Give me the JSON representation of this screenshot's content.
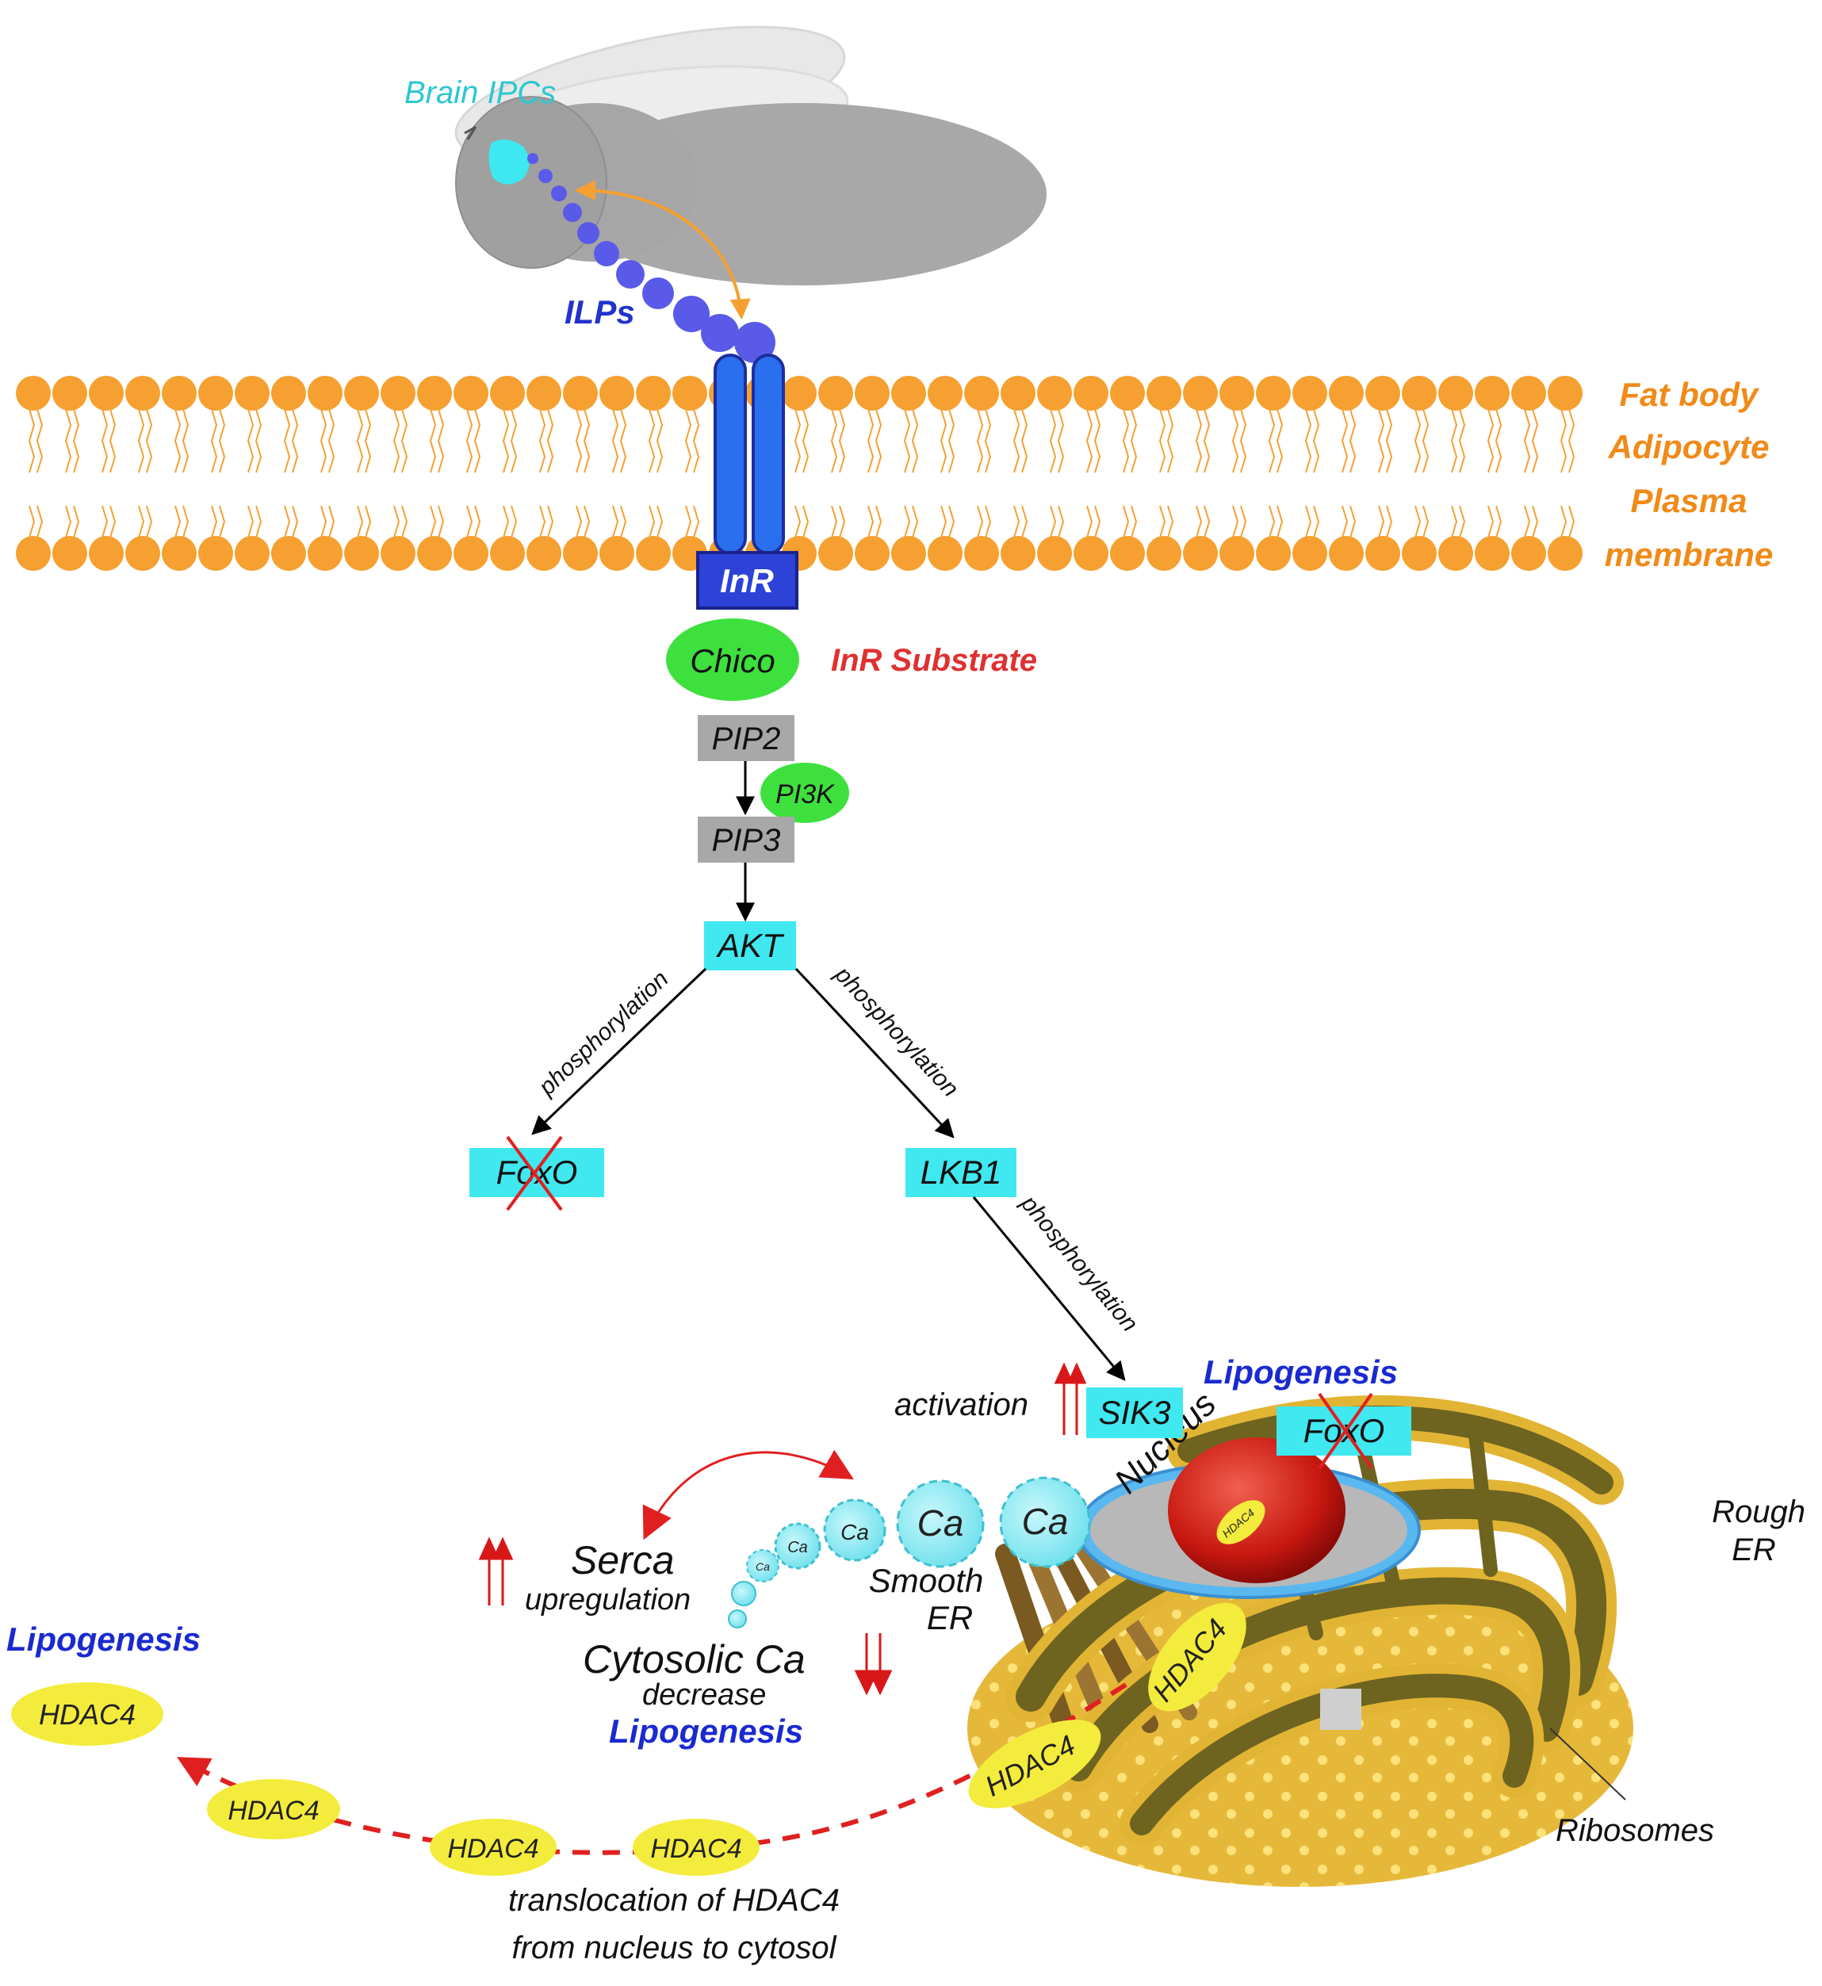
{
  "labels": {
    "brain_ipcs": "Brain IPCs",
    "ilps": "ILPs",
    "membrane_line1": "Fat body",
    "membrane_line2": "Adipocyte",
    "membrane_line3": "Plasma",
    "membrane_line4": "membrane",
    "inr": "InR",
    "chico": "Chico",
    "inr_substrate": "InR Substrate",
    "pip2": "PIP2",
    "pi3k": "PI3K",
    "pip3": "PIP3",
    "akt": "AKT",
    "phosphorylation": "phosphorylation",
    "foxo": "FoxO",
    "lkb1": "LKB1",
    "sik3": "SIK3",
    "activation": "activation",
    "lipogenesis": "Lipogenesis",
    "nucleus": "Nucleus",
    "rough_er_line1": "Rough",
    "rough_er_line2": "ER",
    "serca": "Serca",
    "upregulation": "upregulation",
    "ca": "Ca",
    "smooth_er_line1": "Smooth",
    "smooth_er_line2": "ER",
    "cytosolic_ca": "Cytosolic Ca",
    "decrease": "decrease",
    "hdac4": "HDAC4",
    "ribosomes": "Ribosomes",
    "translocation_line1": "translocation of HDAC4",
    "translocation_line2": "from nucleus to cytosol"
  },
  "colors": {
    "membrane": "#f5a030",
    "orange_text": "#f08a18",
    "cyan_box": "#40e8f0",
    "inr_blue": "#2d43d8",
    "receptor_blue": "#2a70ee",
    "ilp_blue": "#5a5ae8",
    "chico_green": "#3ee03e",
    "grey_box": "#a8a8a8",
    "red_text": "#e03030",
    "lipogenesis_blue": "#1a2ad0",
    "hdac_yellow": "#f4ec3c",
    "er_gold": "#e6b83a",
    "er_olive": "#6e6420"
  }
}
